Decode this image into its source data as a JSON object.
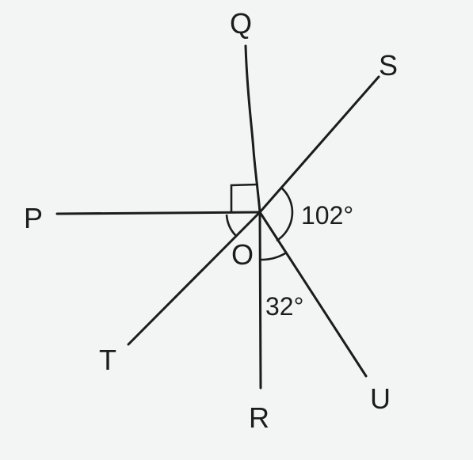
{
  "diagram": {
    "center_label": "O",
    "rays": [
      {
        "label": "Q"
      },
      {
        "label": "S"
      },
      {
        "label": "P"
      },
      {
        "label": "T"
      },
      {
        "label": "R"
      },
      {
        "label": "U"
      }
    ],
    "angles": [
      {
        "between": [
          "S",
          "U"
        ],
        "text": "102°"
      },
      {
        "between": [
          "R",
          "U"
        ],
        "text": "32°"
      },
      {
        "between": [
          "P",
          "Q"
        ],
        "right_angle": true
      },
      {
        "between": [
          "P",
          "T"
        ],
        "arc": true
      }
    ]
  },
  "colors": {
    "ink": "#1c1c1c",
    "paper": "#f3f4f4"
  }
}
